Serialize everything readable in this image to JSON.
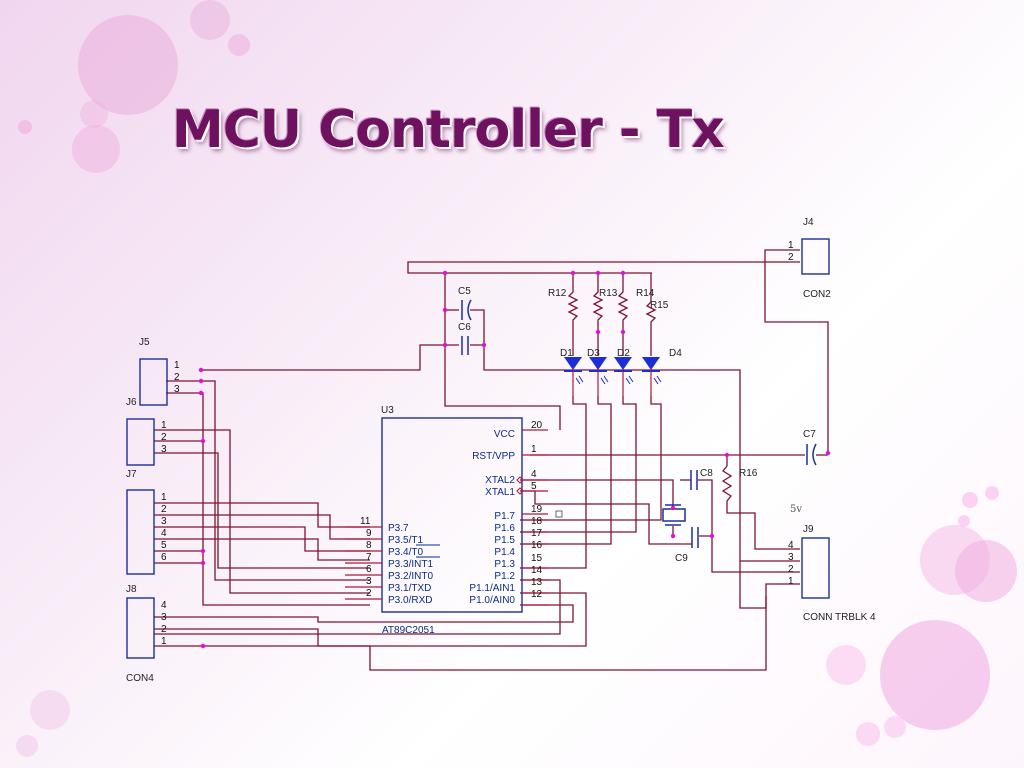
{
  "title": "MCU Controller - Tx",
  "colors": {
    "wire": "#7e1432",
    "component": "#1c2f9c",
    "junction": "#e010d8",
    "title": "#6e1260"
  },
  "chip": {
    "ref": "U3",
    "part": "AT89C2051",
    "right_pins": [
      {
        "num": "20",
        "name": "VCC"
      },
      {
        "num": "1",
        "name": "RST/VPP"
      },
      {
        "num": "4",
        "name": "XTAL2"
      },
      {
        "num": "5",
        "name": "XTAL1"
      },
      {
        "num": "19",
        "name": "P1.7"
      },
      {
        "num": "18",
        "name": "P1.6"
      },
      {
        "num": "17",
        "name": "P1.5"
      },
      {
        "num": "16",
        "name": "P1.4"
      },
      {
        "num": "15",
        "name": "P1.3"
      },
      {
        "num": "14",
        "name": "P1.2"
      },
      {
        "num": "13",
        "name": "P1.1/AIN1"
      },
      {
        "num": "12",
        "name": "P1.0/AIN0"
      }
    ],
    "left_pins": [
      {
        "num": "11",
        "name": "P3.7"
      },
      {
        "num": "9",
        "name": "P3.5/T1"
      },
      {
        "num": "8",
        "name": "P3.4/T0"
      },
      {
        "num": "7",
        "name": "P3.3/INT1"
      },
      {
        "num": "6",
        "name": "P3.2/INT0"
      },
      {
        "num": "3",
        "name": "P3.1/TXD"
      },
      {
        "num": "2",
        "name": "P3.0/RXD"
      }
    ]
  },
  "connectors": {
    "j4": {
      "ref": "J4",
      "label": "CON2",
      "pins": [
        "1",
        "2"
      ]
    },
    "j5": {
      "ref": "J5",
      "pins": [
        "1",
        "2",
        "3"
      ]
    },
    "j6": {
      "ref": "J6",
      "pins": [
        "1",
        "2",
        "3"
      ]
    },
    "j7": {
      "ref": "J7",
      "pins": [
        "1",
        "2",
        "3",
        "4",
        "5",
        "6"
      ]
    },
    "j8": {
      "ref": "J8",
      "label": "CON4",
      "pins": [
        "4",
        "3",
        "2",
        "1"
      ]
    },
    "j9": {
      "ref": "J9",
      "label": "CONN TRBLK 4",
      "pins": [
        "4",
        "3",
        "2",
        "1"
      ]
    }
  },
  "components": {
    "resistors": [
      "R12",
      "R13",
      "R14",
      "R15",
      "R16"
    ],
    "leds": [
      "D1",
      "D3",
      "D2",
      "D4"
    ],
    "capacitors": [
      "C5",
      "C6",
      "C7",
      "C8",
      "C9"
    ]
  },
  "annotations": {
    "supply": "5v"
  }
}
